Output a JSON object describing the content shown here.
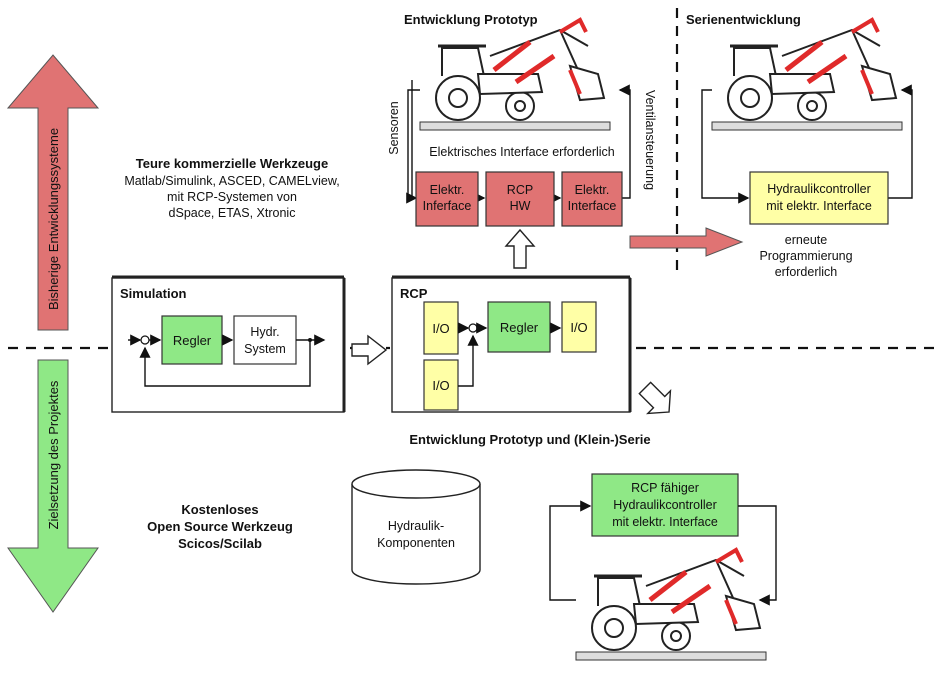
{
  "left_arrows": {
    "upper_label": "Bisherige Entwicklungssysteme",
    "lower_label": "Zielsetzung des Projektes",
    "upper_color": "#e07373",
    "lower_color": "#8fe886"
  },
  "commercial_tools": {
    "title": "Teure kommerzielle Werkzeuge",
    "line1": "Matlab/Simulink, ASCED, CAMELview,",
    "line2": "mit RCP-Systemen von",
    "line3": "dSpace, ETAS, Xtronic"
  },
  "prototype_section": {
    "title": "Entwicklung Prototyp",
    "sensors_label": "Sensoren",
    "valve_label": "Ventilansteuerung",
    "interface_note": "Elektrisches Interface erforderlich",
    "box_left": [
      "Elektr.",
      "Inferface"
    ],
    "box_center": [
      "RCP",
      "HW"
    ],
    "box_right": [
      "Elektr.",
      "Interface"
    ]
  },
  "series_section": {
    "title": "Serienentwicklung",
    "controller_line1": "Hydraulikcontroller",
    "controller_line2": "mit elektr. Interface",
    "note_line1": "erneute",
    "note_line2": "Programmierung",
    "note_line3": "erforderlich"
  },
  "simulation": {
    "title": "Simulation",
    "controller": "Regler",
    "plant_line1": "Hydr.",
    "plant_line2": "System"
  },
  "rcp": {
    "title": "RCP",
    "io_top": "I/O",
    "io_bottom": "I/O",
    "controller": "Regler",
    "io_right": "I/O"
  },
  "project_section": {
    "title": "Entwicklung Prototyp und (Klein-)Serie",
    "controller_line1": "RCP fähiger",
    "controller_line2": "Hydraulikcontroller",
    "controller_line3": "mit elektr. Interface"
  },
  "open_source": {
    "line1": "Kostenloses",
    "line2": "Open Source Werkzeug",
    "line3": "Scicos/Scilab"
  },
  "database": {
    "line1": "Hydraulik-",
    "line2": "Komponenten"
  },
  "colors": {
    "red": "#e07373",
    "green": "#8fe886",
    "yellow": "#ffffa6",
    "tractor_arm": "#e02a2a"
  }
}
